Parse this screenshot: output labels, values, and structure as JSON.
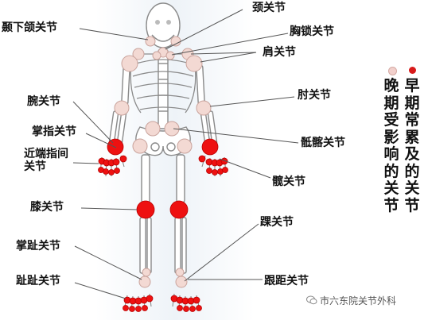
{
  "labels": {
    "mandible": "颞下颌关节",
    "neck": "颈关节",
    "sternoclavicular": "胸锁关节",
    "shoulder": "肩关节",
    "wrist": "腕关节",
    "elbow": "肘关节",
    "mcp": "掌指关节",
    "sacroiliac": "骶髂关节",
    "pip": "近端指间关节",
    "hip": "髋关节",
    "knee": "膝关节",
    "ankle": "踝关节",
    "mtp": "掌趾关节",
    "toe": "趾趾关节",
    "subtalar": "跟距关节"
  },
  "legend": {
    "early": "早期常累及的关节",
    "late": "晚期受影响的关节",
    "early_color": "#d81a1a",
    "late_color": "#f2d0cc"
  },
  "colors": {
    "joint_early": "#ee1111",
    "joint_late": "#f3d9d3",
    "joint_late_stroke": "#c9a39c",
    "bone": "#ffffff",
    "bone_stroke": "#8a8a8a",
    "pointer": "#555555"
  },
  "watermark": {
    "text": "市六东院关节外科",
    "icon": "wechat-icon"
  }
}
